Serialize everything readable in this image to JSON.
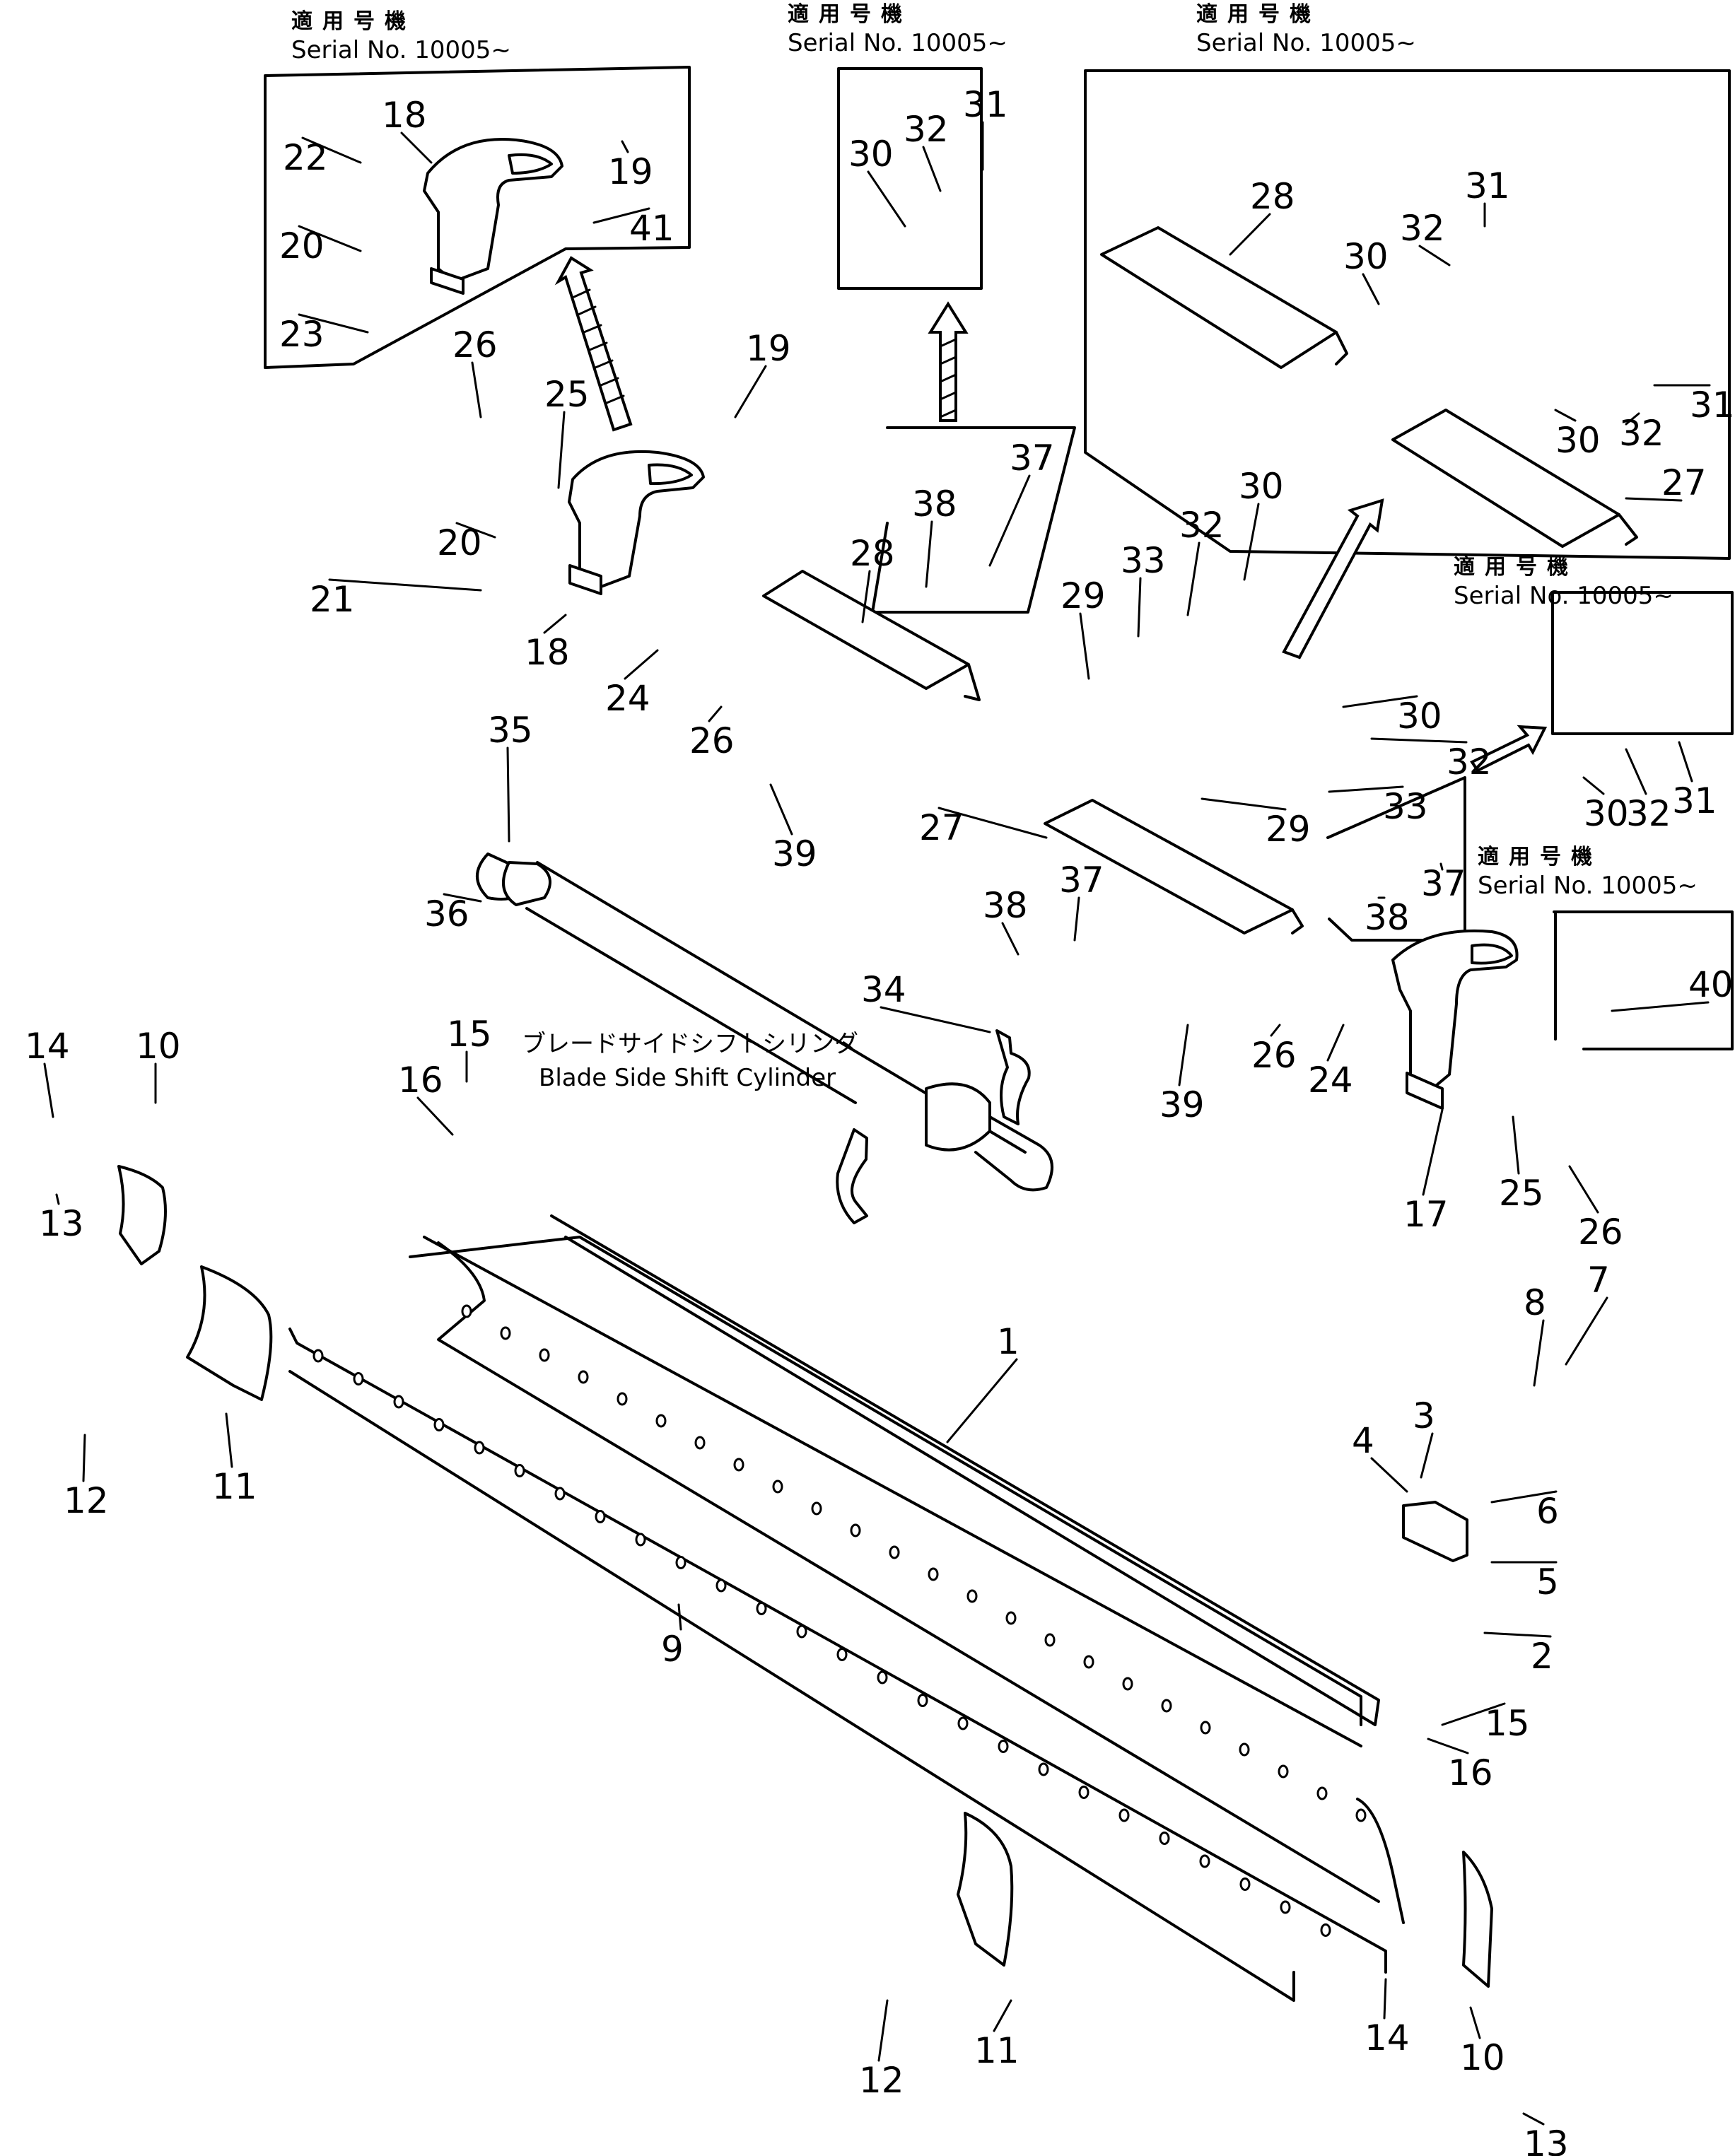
{
  "serial_notes": [
    {
      "jp": "適用号機",
      "en": "Serial No. 10005~"
    },
    {
      "jp": "適用号機",
      "en": "Serial No. 10005~"
    },
    {
      "jp": "適用号機",
      "en": "Serial No. 10005~"
    },
    {
      "jp": "適用号機",
      "en": "Serial No. 10005~"
    },
    {
      "jp": "適用号機",
      "en": "Serial No. 10005~"
    }
  ],
  "cylinder_caption": {
    "jp": "ブレードサイドシフトシリンダ",
    "en": "Blade Side Shift Cylinder"
  },
  "callouts": {
    "box1": [
      "18",
      "22",
      "19",
      "20",
      "41",
      "23"
    ],
    "box2": [
      "30",
      "32",
      "31"
    ],
    "box3": [
      "28",
      "32",
      "31",
      "30",
      "31",
      "30",
      "32",
      "27"
    ],
    "box4": [
      "30",
      "32",
      "31"
    ],
    "box5": [
      "40"
    ],
    "box6": [
      "38",
      "37"
    ],
    "box7": [
      "38",
      "37"
    ],
    "main": [
      "26",
      "25",
      "19",
      "20",
      "21",
      "18",
      "24",
      "26",
      "35",
      "39",
      "36",
      "28",
      "29",
      "33",
      "32",
      "30",
      "30",
      "32",
      "33",
      "29",
      "27",
      "38",
      "37",
      "34",
      "39",
      "26",
      "24",
      "17",
      "25",
      "26",
      "14",
      "10",
      "15",
      "16",
      "13",
      "12",
      "11",
      "1",
      "9",
      "4",
      "3",
      "8",
      "7",
      "6",
      "5",
      "2",
      "15",
      "16",
      "12",
      "11",
      "14",
      "10",
      "13"
    ]
  }
}
